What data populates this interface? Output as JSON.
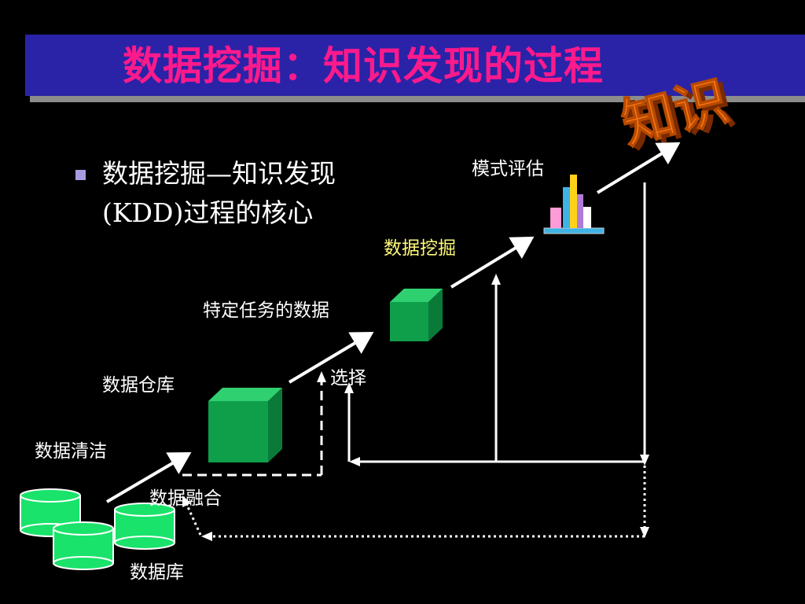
{
  "title": "数据挖掘：知识发现的过程",
  "bullet": {
    "line1": "数据挖掘—知识发现",
    "line2": "(KDD)过程的核心"
  },
  "labels": {
    "pattern_eval": "模式评估",
    "data_mining": "数据挖掘",
    "task_data": "特定任务的数据",
    "selection": "选择",
    "warehouse": "数据仓库",
    "cleaning": "数据清洁",
    "integration": "数据融合",
    "database": "数据库"
  },
  "knowledge_text": "知识",
  "colors": {
    "title_bar": "#2a23a7",
    "title_text": "#ff1a8c",
    "cube": "#0f9f4a",
    "cylinder": "#19e36a",
    "label_highlight": "#fff97a"
  }
}
